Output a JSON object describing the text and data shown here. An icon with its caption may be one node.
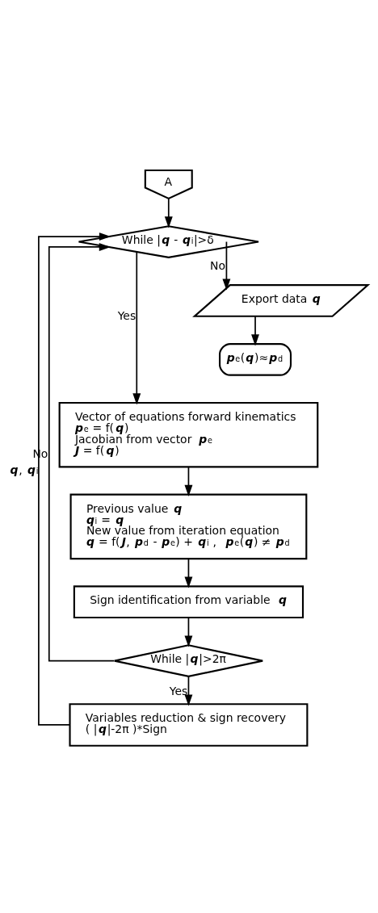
{
  "diagram": {
    "nodes": [
      {
        "text": [
          "A"
        ]
      },
      {
        "text": [
          "While |**q** - **q**$_{i}$|>δ"
        ]
      },
      {
        "text": [
          "Export data **q**"
        ]
      },
      {
        "text": [
          "**p**$_{e}$(**q**)≈**p**$_{d}$"
        ]
      },
      {
        "text": [
          "Vector of equations forward kinematics",
          "**p**$_{e}$ = f(**q**)",
          "Jacobian from vector **p**$_{e}$",
          "**J** = f(**q**)"
        ]
      },
      {
        "text": [
          "Previous value **q**",
          "**q**$_{i}$ = **q**",
          "New value from iteration equation",
          "**q** = f(**J**, **p**$_{d}$ - **p**$_{e}$) + **q**$_{i}$ ,  **p**$_{e}$(**q**) ≠ **p**$_{d}$"
        ]
      },
      {
        "text": [
          "Sign identification from variable **q**"
        ]
      },
      {
        "text": [
          "While |**q**|>2π"
        ]
      },
      {
        "text": [
          "Variables reduction & sign recovery",
          "( |**q**|-2π )*Sign"
        ]
      }
    ],
    "edges": [
      {
        "from": 0,
        "to": 1,
        "arrow": "to"
      },
      {
        "from": 1,
        "to": 2,
        "arrow": "to",
        "label": "No"
      },
      {
        "from": 2,
        "to": 3,
        "arrow": "to"
      },
      {
        "from": 1,
        "to": 4,
        "arrow": "to",
        "label": "Yes"
      },
      {
        "from": 4,
        "to": 5,
        "arrow": "to"
      },
      {
        "from": 5,
        "to": 6,
        "arrow": "to"
      },
      {
        "from": 6,
        "to": 7,
        "arrow": "to"
      },
      {
        "from": 7,
        "to": 1,
        "arrow": "to",
        "label": "No"
      },
      {
        "from": 7,
        "to": 8,
        "arrow": "to",
        "label": "Yes"
      },
      {
        "from": 8,
        "to": 1,
        "arrow": "to",
        "label": "**q**, **q**$_{i}$"
      }
    ]
  }
}
